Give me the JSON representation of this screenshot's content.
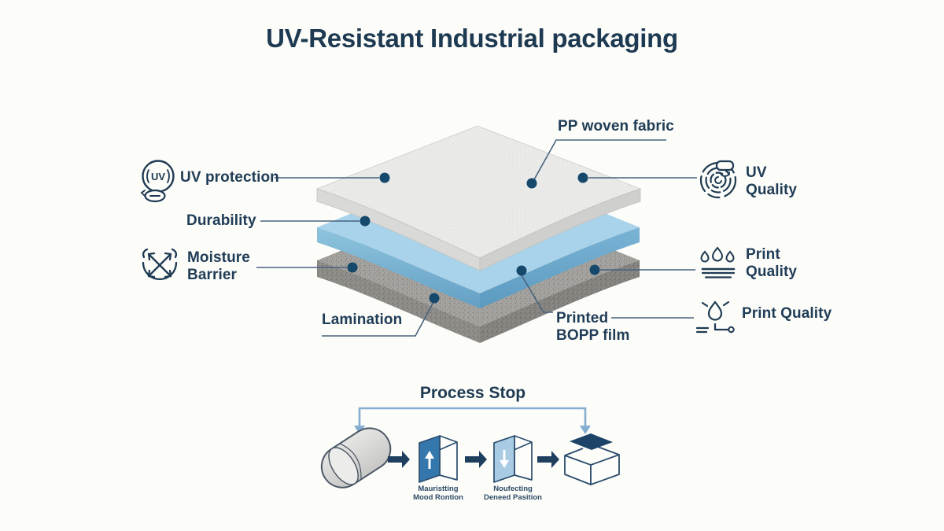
{
  "title": "UV-Resistant Industrial packaging",
  "diagram": {
    "labels": {
      "uv_protection": "UV protection",
      "durability": "Durability",
      "moisture_barrier": "Moisture\nBarrier",
      "lamination": "Lamination",
      "pp_woven_fabric": "PP woven fabric",
      "uv_quality": "UV\nQuality",
      "print_quality_stacked": "Print\nQuality",
      "print_quality": "Print Quality",
      "printed_bopp_film": "Printed\nBOPP film"
    },
    "icons": {
      "uv_badge_text": "UV"
    },
    "layers": [
      {
        "name": "pp-woven-fabric-layer",
        "color": "#eaeae8"
      },
      {
        "name": "printed-bopp-film-layer",
        "color": "#a9d3ea"
      },
      {
        "name": "lamination-layer",
        "color": "#a6a5a1"
      }
    ]
  },
  "process": {
    "title": "Process Stop",
    "steps": [
      {
        "icon": "fabric-roll-icon",
        "caption": ""
      },
      {
        "icon": "box-up-arrow-icon",
        "caption": "Mauristting\nMood Rontion"
      },
      {
        "icon": "box-down-arrow-icon",
        "caption": "Noufecting\nDeneed Pasition"
      },
      {
        "icon": "flat-sheet-box-icon",
        "caption": ""
      }
    ]
  },
  "colors": {
    "background": "#fcfcf9",
    "text_navy": "#1d3a52",
    "callout_line": "#47637c",
    "callout_dot": "#15486b",
    "bracket_blue": "#85aed1",
    "arrow_navy": "#1f3f5f",
    "box_blue": "#3377ac",
    "box_light_blue": "#a9cbe3",
    "sheet_lid_navy": "#1d4468"
  }
}
